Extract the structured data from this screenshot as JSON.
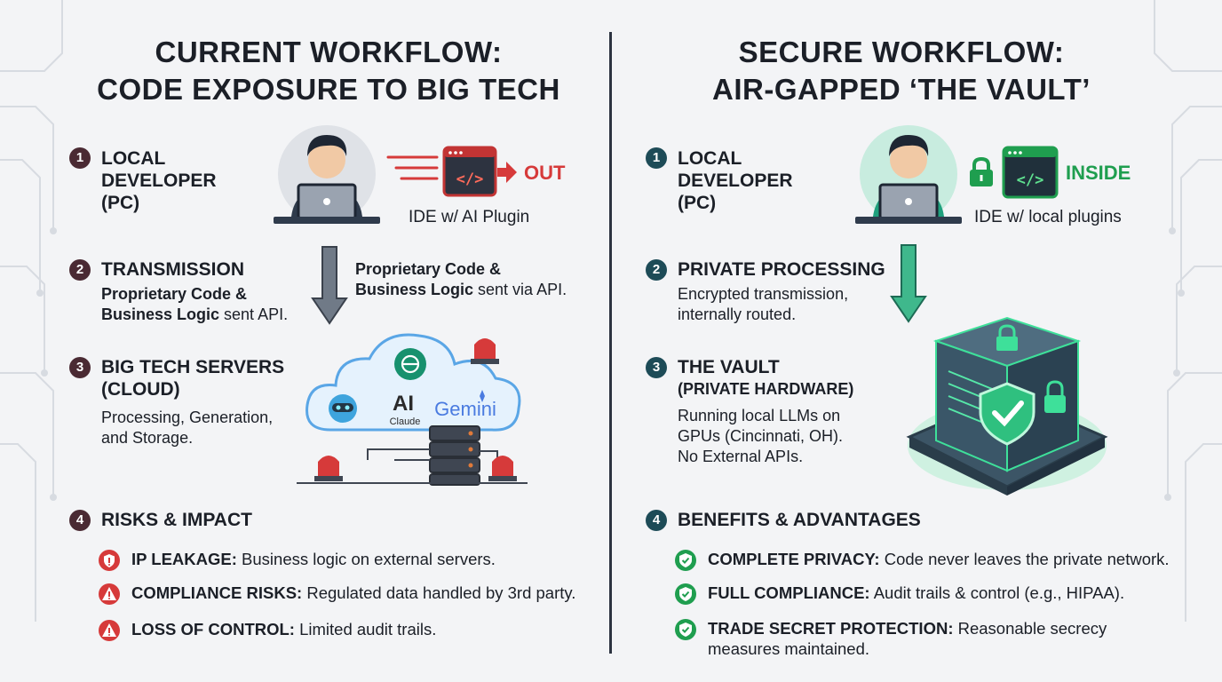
{
  "left": {
    "title_line1": "CURRENT WORKFLOW:",
    "title_line2": "CODE EXPOSURE TO BIG TECH",
    "steps": [
      {
        "num": "1",
        "heading_lines": [
          "LOCAL",
          "DEVELOPER",
          "(PC)"
        ]
      },
      {
        "num": "2",
        "heading": "TRANSMISSION",
        "body_bold": "Proprietary Code &",
        "body_bold2": "Business Logic",
        "body_rest2": " sent API."
      },
      {
        "num": "3",
        "heading_lines": [
          "BIG TECH SERVERS",
          "(CLOUD)"
        ],
        "body_lines": [
          "Processing, Generation,",
          "and Storage."
        ]
      },
      {
        "num": "4",
        "heading": "RISKS & IMPACT"
      }
    ],
    "ide_label": "IDE w/ AI Plugin",
    "flow_tag": "OUT",
    "arrow_caption_bold1": "Proprietary Code &",
    "arrow_caption_bold2": "Business Logic",
    "arrow_caption_rest": " sent via API.",
    "cloud_brands": [
      "Claude",
      "Gemini"
    ],
    "risks": [
      {
        "label": "IP LEAKAGE:",
        "text": " Business logic on external servers.",
        "icon": "shield-alert-icon"
      },
      {
        "label": "COMPLIANCE RISKS:",
        "text": " Regulated data handled by 3rd party.",
        "icon": "warning-icon"
      },
      {
        "label": "LOSS OF CONTROL:",
        "text": " Limited audit trails.",
        "icon": "warning-icon"
      }
    ]
  },
  "right": {
    "title_line1": "SECURE WORKFLOW:",
    "title_line2": "AIR-GAPPED ‘THE VAULT’",
    "steps": [
      {
        "num": "1",
        "heading_lines": [
          "LOCAL",
          "DEVELOPER",
          "(PC)"
        ]
      },
      {
        "num": "2",
        "heading": "PRIVATE PROCESSING",
        "body_lines": [
          "Encrypted transmission,",
          "internally routed."
        ]
      },
      {
        "num": "3",
        "heading_line1": "THE VAULT",
        "heading_line2": "(PRIVATE HARDWARE)",
        "body_lines": [
          "Running local LLMs on",
          "GPUs (Cincinnati, OH).",
          "No External APIs."
        ]
      },
      {
        "num": "4",
        "heading": "BENEFITS & ADVANTAGES"
      }
    ],
    "ide_label": "IDE w/ local plugins",
    "flow_tag": "INSIDE",
    "benefits": [
      {
        "label": "COMPLETE PRIVACY:",
        "text": " Code never leaves the private network.",
        "icon": "check-shield-icon"
      },
      {
        "label": "FULL COMPLIANCE:",
        "text": " Audit trails & control (e.g., HIPAA).",
        "icon": "check-shield-icon"
      },
      {
        "label": "TRADE SECRET PROTECTION:",
        "text": " Reasonable secrecy measures maintained.",
        "icon": "check-shield-icon"
      }
    ]
  },
  "colors": {
    "danger": "#d63a3a",
    "safe": "#1f9e4f",
    "dark": "#1b1f27"
  }
}
